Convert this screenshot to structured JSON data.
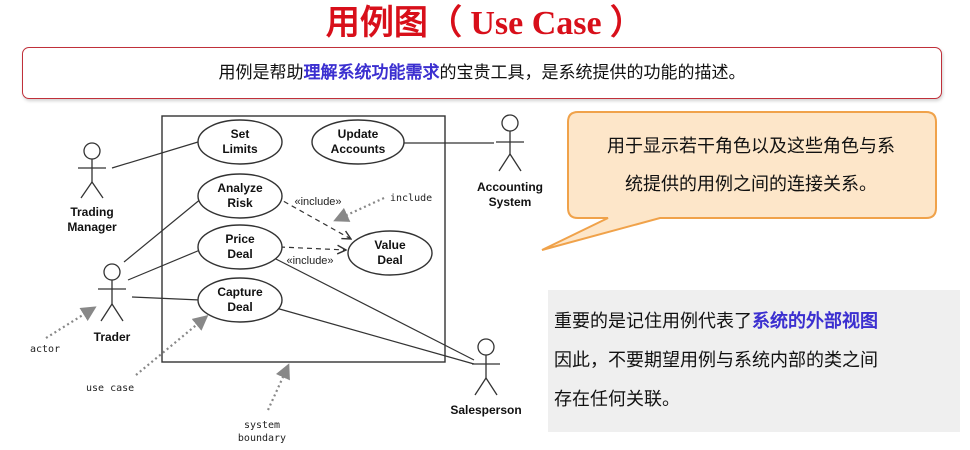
{
  "title": {
    "zh": "用例图",
    "paren_open": "（",
    "en": " Use Case ",
    "paren_close": "）"
  },
  "definition": {
    "prefix": "用例是帮助",
    "highlight": "理解系统功能需求",
    "suffix": "的宝贵工具，是系统提供的功能的描述。"
  },
  "callout": {
    "line1": "用于显示若干角色以及这些角色与系",
    "line2": "统提供的用例之间的连接关系。"
  },
  "note": {
    "line1_prefix": "重要的是记住用例代表了",
    "line1_highlight": "系统的外部视图",
    "line2": "因此，不要期望用例与系统内部的类之间",
    "line3": "存在任何关联。"
  },
  "diagram": {
    "use_cases": {
      "set_limits": [
        "Set",
        "Limits"
      ],
      "update_accounts": [
        "Update",
        "Accounts"
      ],
      "analyze_risk": [
        "Analyze",
        "Risk"
      ],
      "price_deal": [
        "Price",
        "Deal"
      ],
      "value_deal": [
        "Value",
        "Deal"
      ],
      "capture_deal": [
        "Capture",
        "Deal"
      ]
    },
    "actors": {
      "trading_manager": [
        "Trading",
        "Manager"
      ],
      "trader": [
        "Trader"
      ],
      "accounting_system": [
        "Accounting",
        "System"
      ],
      "salesperson": [
        "Salesperson"
      ]
    },
    "include_label": "«include»",
    "annotations": {
      "include": "include",
      "actor": "actor",
      "use_case": "use case",
      "system_boundary": [
        "system",
        "boundary"
      ]
    }
  },
  "colors": {
    "title_red": "#d80f1a",
    "highlight_blue": "#3b2fd0",
    "callout_fill": "#fde6c9",
    "callout_stroke": "#f0a24a",
    "note_bg": "#efefef"
  }
}
